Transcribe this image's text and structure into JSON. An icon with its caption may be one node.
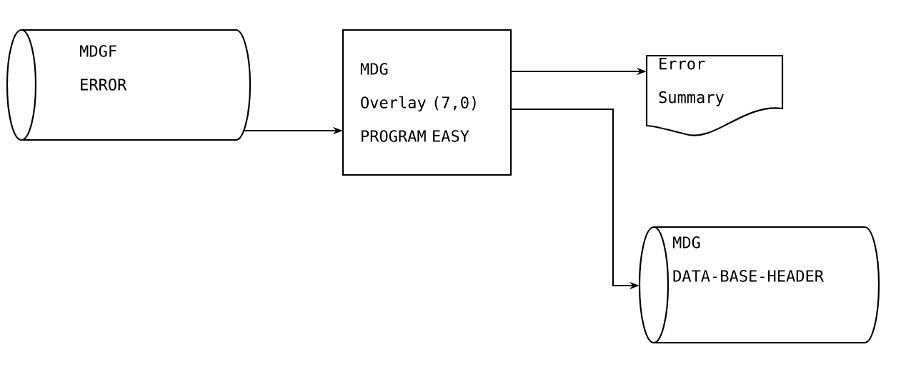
{
  "diagram": {
    "nodes": [
      {
        "text": [
          "MDGF",
          "ERROR"
        ]
      },
      {
        "text": [
          "MDG",
          "Overlay (7,0)",
          "PROGRAM EASY"
        ]
      },
      {
        "text": [
          "Error",
          "Summary"
        ]
      },
      {
        "text": [
          "MDG",
          "DATA-BASE-HEADER"
        ]
      }
    ],
    "edges": [
      {
        "from": 0,
        "to": 1,
        "arrow": "to"
      },
      {
        "from": 1,
        "to": 2,
        "arrow": "to"
      },
      {
        "from": 1,
        "to": 3,
        "arrow": "to"
      }
    ]
  }
}
